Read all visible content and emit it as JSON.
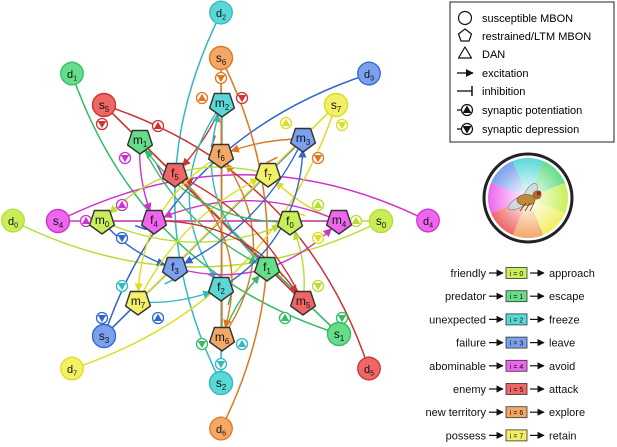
{
  "legend": {
    "items": [
      {
        "label": "susceptible MBON"
      },
      {
        "label": "restrained/LTM MBON"
      },
      {
        "label": "DAN"
      },
      {
        "label": "excitation"
      },
      {
        "label": "inhibition"
      },
      {
        "label": "synaptic potentiation"
      },
      {
        "label": "synaptic depression"
      }
    ]
  },
  "colors": {
    "c0": "#c8ef5a",
    "c1": "#66dd88",
    "c2": "#5ad8d8",
    "c3": "#7aa0ee",
    "c4": "#ee66ee",
    "c5": "#ee6666",
    "c6": "#f4a868",
    "c7": "#f2f066",
    "s0": "#b8dc34",
    "s1": "#33bb66",
    "s2": "#33b8c0",
    "s3": "#3366cc",
    "s4": "#cc33cc",
    "s5": "#cc3333",
    "s6": "#dd7722",
    "s7": "#dddd22"
  },
  "nodes": {
    "s": [
      {
        "id": "s0",
        "label": "s",
        "sub": "0"
      },
      {
        "id": "s1",
        "label": "s",
        "sub": "1"
      },
      {
        "id": "s2",
        "label": "s",
        "sub": "2"
      },
      {
        "id": "s3",
        "label": "s",
        "sub": "3"
      },
      {
        "id": "s4",
        "label": "s",
        "sub": "4"
      },
      {
        "id": "s5",
        "label": "s",
        "sub": "5"
      },
      {
        "id": "s6",
        "label": "s",
        "sub": "6"
      },
      {
        "id": "s7",
        "label": "s",
        "sub": "7"
      }
    ],
    "m": [
      {
        "id": "m0",
        "label": "m",
        "sub": "0"
      },
      {
        "id": "m1",
        "label": "m",
        "sub": "1"
      },
      {
        "id": "m2",
        "label": "m",
        "sub": "2"
      },
      {
        "id": "m3",
        "label": "m",
        "sub": "3"
      },
      {
        "id": "m4",
        "label": "m",
        "sub": "4"
      },
      {
        "id": "m5",
        "label": "m",
        "sub": "5"
      },
      {
        "id": "m6",
        "label": "m",
        "sub": "6"
      },
      {
        "id": "m7",
        "label": "m",
        "sub": "7"
      }
    ],
    "f": [
      {
        "id": "f0",
        "label": "f",
        "sub": "0"
      },
      {
        "id": "f1",
        "label": "f",
        "sub": "1"
      },
      {
        "id": "f2",
        "label": "f",
        "sub": "2"
      },
      {
        "id": "f3",
        "label": "f",
        "sub": "3"
      },
      {
        "id": "f4",
        "label": "f",
        "sub": "4"
      },
      {
        "id": "f5",
        "label": "f",
        "sub": "5"
      },
      {
        "id": "f6",
        "label": "f",
        "sub": "6"
      },
      {
        "id": "f7",
        "label": "f",
        "sub": "7"
      }
    ],
    "d": [
      {
        "id": "d0",
        "label": "d",
        "sub": "0"
      },
      {
        "id": "d1",
        "label": "d",
        "sub": "1"
      },
      {
        "id": "d2",
        "label": "d",
        "sub": "2"
      },
      {
        "id": "d3",
        "label": "d",
        "sub": "3"
      },
      {
        "id": "d4",
        "label": "d",
        "sub": "4"
      },
      {
        "id": "d5",
        "label": "d",
        "sub": "5"
      },
      {
        "id": "d6",
        "label": "d",
        "sub": "6"
      },
      {
        "id": "d7",
        "label": "d",
        "sub": "7"
      }
    ]
  },
  "mapping": [
    {
      "stimulus": "friendly",
      "index": "i = 0",
      "response": "approach",
      "color": "#c8ef5a"
    },
    {
      "stimulus": "predator",
      "index": "i = 1",
      "response": "escape",
      "color": "#66dd88"
    },
    {
      "stimulus": "unexpected",
      "index": "i = 2",
      "response": "freeze",
      "color": "#5ad8d8"
    },
    {
      "stimulus": "failure",
      "index": "i = 3",
      "response": "leave",
      "color": "#7aa0ee"
    },
    {
      "stimulus": "abominable",
      "index": "i = 4",
      "response": "avoid",
      "color": "#ee66ee"
    },
    {
      "stimulus": "enemy",
      "index": "i = 5",
      "response": "attack",
      "color": "#ee6666"
    },
    {
      "stimulus": "new territory",
      "index": "i = 6",
      "response": "explore",
      "color": "#f4a868"
    },
    {
      "stimulus": "possess",
      "index": "i = 7",
      "response": "retain",
      "color": "#f2f066"
    }
  ]
}
